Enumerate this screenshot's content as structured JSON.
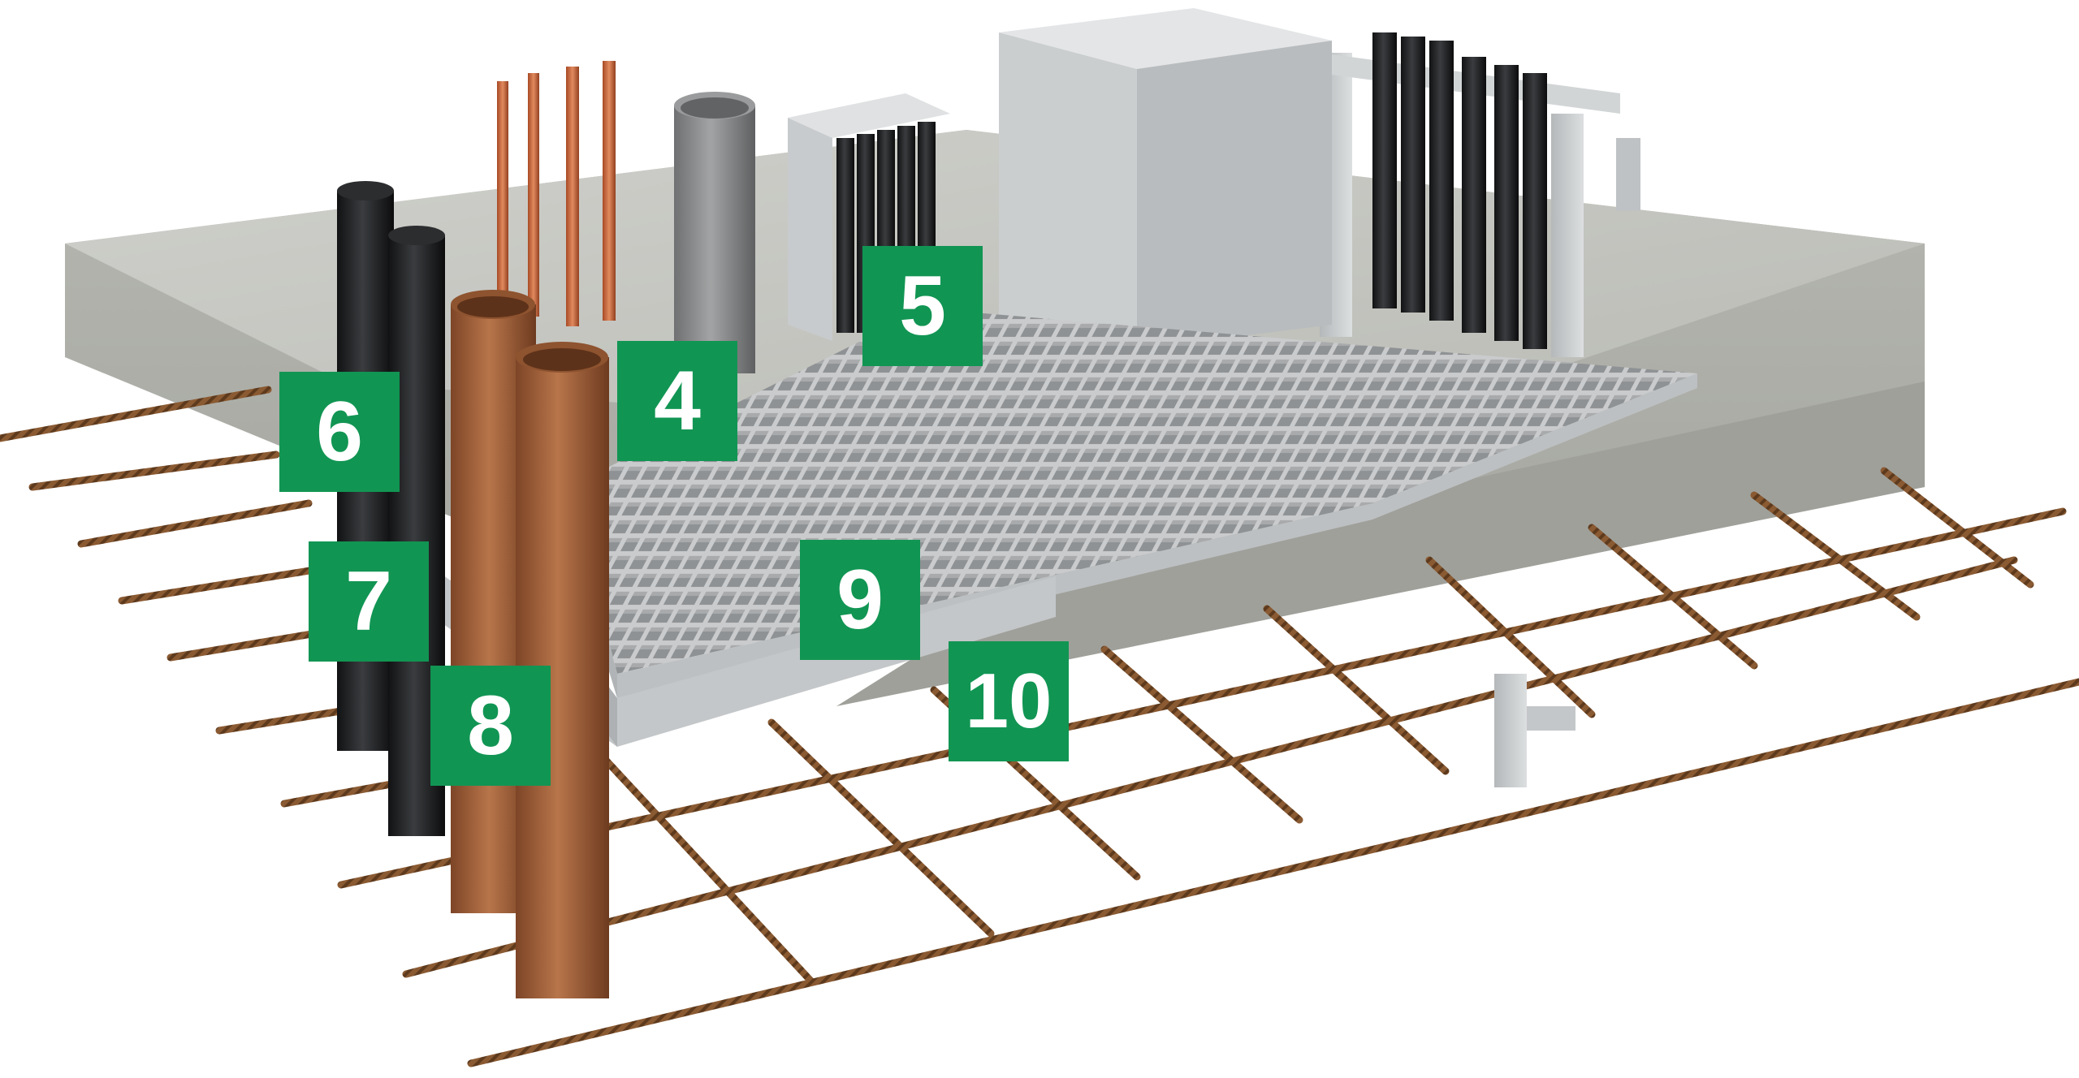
{
  "colors": {
    "marker": "#119553",
    "concrete": "#c6c7c2",
    "concrete_dark": "#a9aaa4",
    "rebar": "#8a5a32",
    "grating": "#d9dbdc",
    "steel": "#c8cbcd",
    "black_pipe": "#1e1f21",
    "copper": "#c8643a",
    "clay": "#a0623a",
    "grey_pipe": "#8a8b8c"
  },
  "markers": [
    {
      "label": "4"
    },
    {
      "label": "5"
    },
    {
      "label": "6"
    },
    {
      "label": "7"
    },
    {
      "label": "8"
    },
    {
      "label": "9"
    },
    {
      "label": "10"
    }
  ]
}
